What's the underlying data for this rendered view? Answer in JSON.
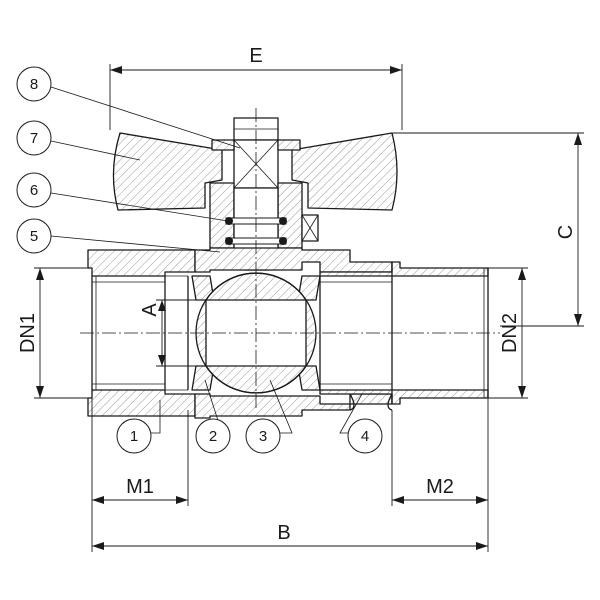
{
  "dimensions": {
    "E": "E",
    "C": "C",
    "A": "A",
    "DN1": "DN1",
    "DN2": "DN2",
    "M1": "M1",
    "M2": "M2",
    "B": "B"
  },
  "callouts": {
    "c1": "1",
    "c2": "2",
    "c3": "3",
    "c4": "4",
    "c5": "5",
    "c6": "6",
    "c7": "7",
    "c8": "8"
  },
  "colors": {
    "line": "#1a1a1a",
    "hatch": "#b8b8b8",
    "background": "#ffffff"
  }
}
